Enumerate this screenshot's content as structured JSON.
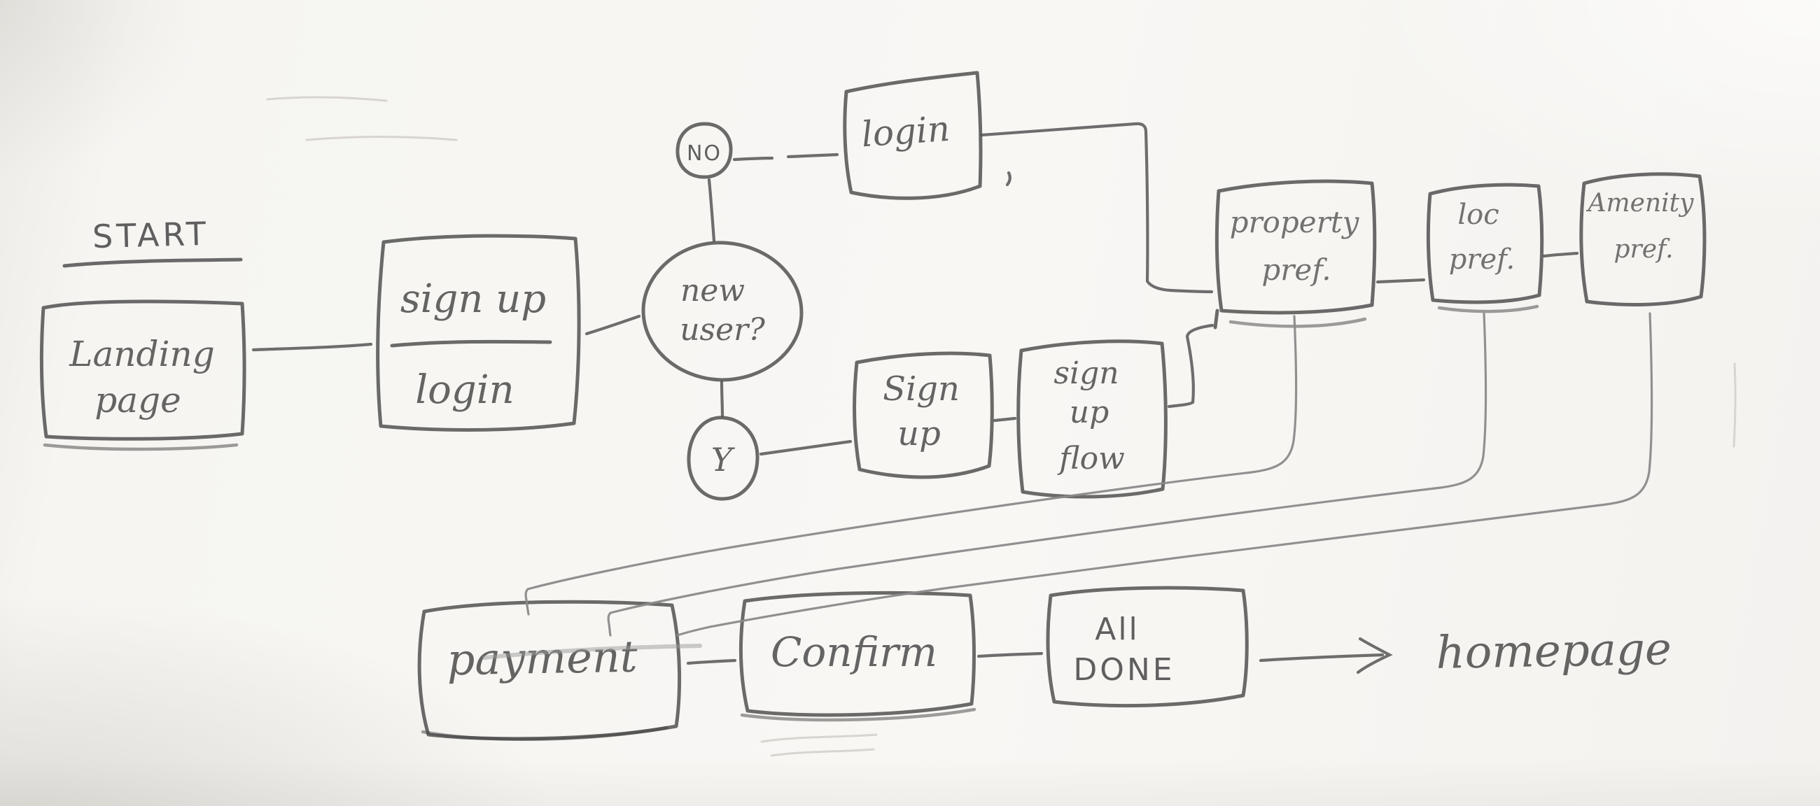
{
  "title": "Hand-drawn onboarding user flow sketch",
  "colors": {
    "paper": "#f6f5f2",
    "pencil_dark": "#4a4a4a",
    "pencil": "#555555",
    "pencil_light": "#8a8a8a",
    "ghost": "#d8d5d0"
  },
  "diagram": {
    "start_label": "START",
    "nodes": {
      "landing": {
        "line1": "Landing",
        "line2": "page"
      },
      "signup_login": {
        "line1": "sign up",
        "line2": "login"
      },
      "new_user": {
        "line1": "new",
        "line2": "user?"
      },
      "decision_no": {
        "label": "NO"
      },
      "decision_yes": {
        "label": "Y"
      },
      "login": {
        "label": "login"
      },
      "signup": {
        "line1": "Sign",
        "line2": "up"
      },
      "signup_flow": {
        "line1": "sign",
        "line2": "up",
        "line3": "flow"
      },
      "property_pref": {
        "line1": "property",
        "line2": "pref."
      },
      "loc_pref": {
        "line1": "loc",
        "line2": "pref."
      },
      "amenity_pref": {
        "line1": "Amenity",
        "line2": "pref."
      },
      "payment": {
        "label": "payment"
      },
      "confirm": {
        "label": "Confirm"
      },
      "all_done": {
        "line1": "All",
        "line2": "DONE"
      },
      "homepage": {
        "label": "homepage"
      }
    },
    "edges": [
      {
        "from": "landing-page",
        "to": "sign-up-login"
      },
      {
        "from": "sign-up-login",
        "to": "new-user-decision"
      },
      {
        "from": "new-user-decision",
        "to": "no-branch"
      },
      {
        "from": "no-branch",
        "to": "login"
      },
      {
        "from": "login",
        "to": "property-pref"
      },
      {
        "from": "new-user-decision",
        "to": "yes-branch"
      },
      {
        "from": "yes-branch",
        "to": "sign-up"
      },
      {
        "from": "sign-up",
        "to": "sign-up-flow"
      },
      {
        "from": "sign-up-flow",
        "to": "property-pref"
      },
      {
        "from": "property-pref",
        "to": "loc-pref"
      },
      {
        "from": "loc-pref",
        "to": "amenity-pref"
      },
      {
        "from": "property-pref",
        "to": "payment"
      },
      {
        "from": "loc-pref",
        "to": "payment"
      },
      {
        "from": "amenity-pref",
        "to": "payment"
      },
      {
        "from": "payment",
        "to": "confirm"
      },
      {
        "from": "confirm",
        "to": "all-done"
      },
      {
        "from": "all-done",
        "to": "homepage"
      }
    ]
  }
}
